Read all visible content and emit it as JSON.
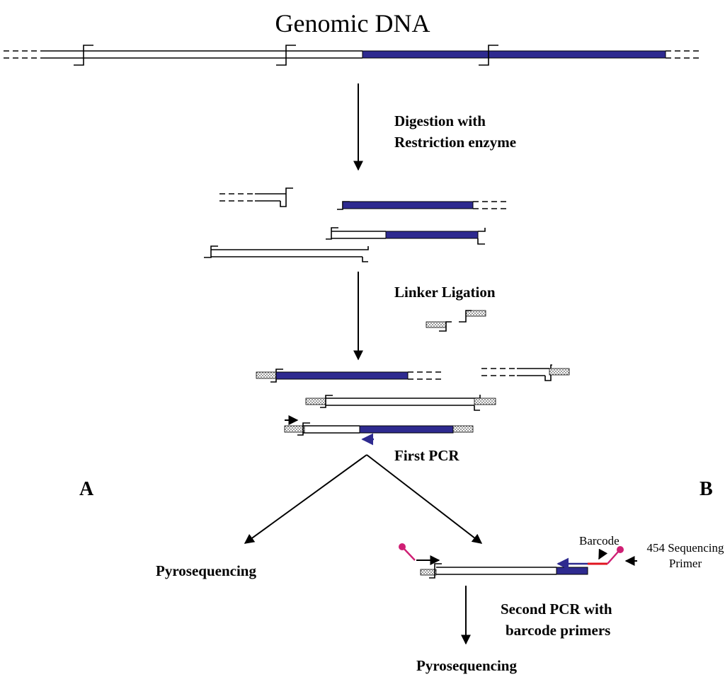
{
  "title": "Genomic DNA",
  "steps": {
    "digestion_line1": "Digestion with",
    "digestion_line2": "Restriction enzyme",
    "linker_ligation": "Linker Ligation",
    "first_pcr": "First PCR",
    "second_pcr_line1": "Second PCR with",
    "second_pcr_line2": "barcode primers"
  },
  "branches": {
    "a_label": "A",
    "b_label": "B",
    "a_result": "Pyrosequencing",
    "b_result": "Pyrosequencing"
  },
  "annotations": {
    "barcode": "Barcode",
    "seq_primer_line1": "454 Sequencing",
    "seq_primer_line2": "Primer"
  },
  "colors": {
    "target_region": "#2e2a8f",
    "barcode": "#e0141e",
    "adapter_pin": "#cf1f74",
    "linker_fill": "#c8c8c8",
    "line": "#000000"
  }
}
